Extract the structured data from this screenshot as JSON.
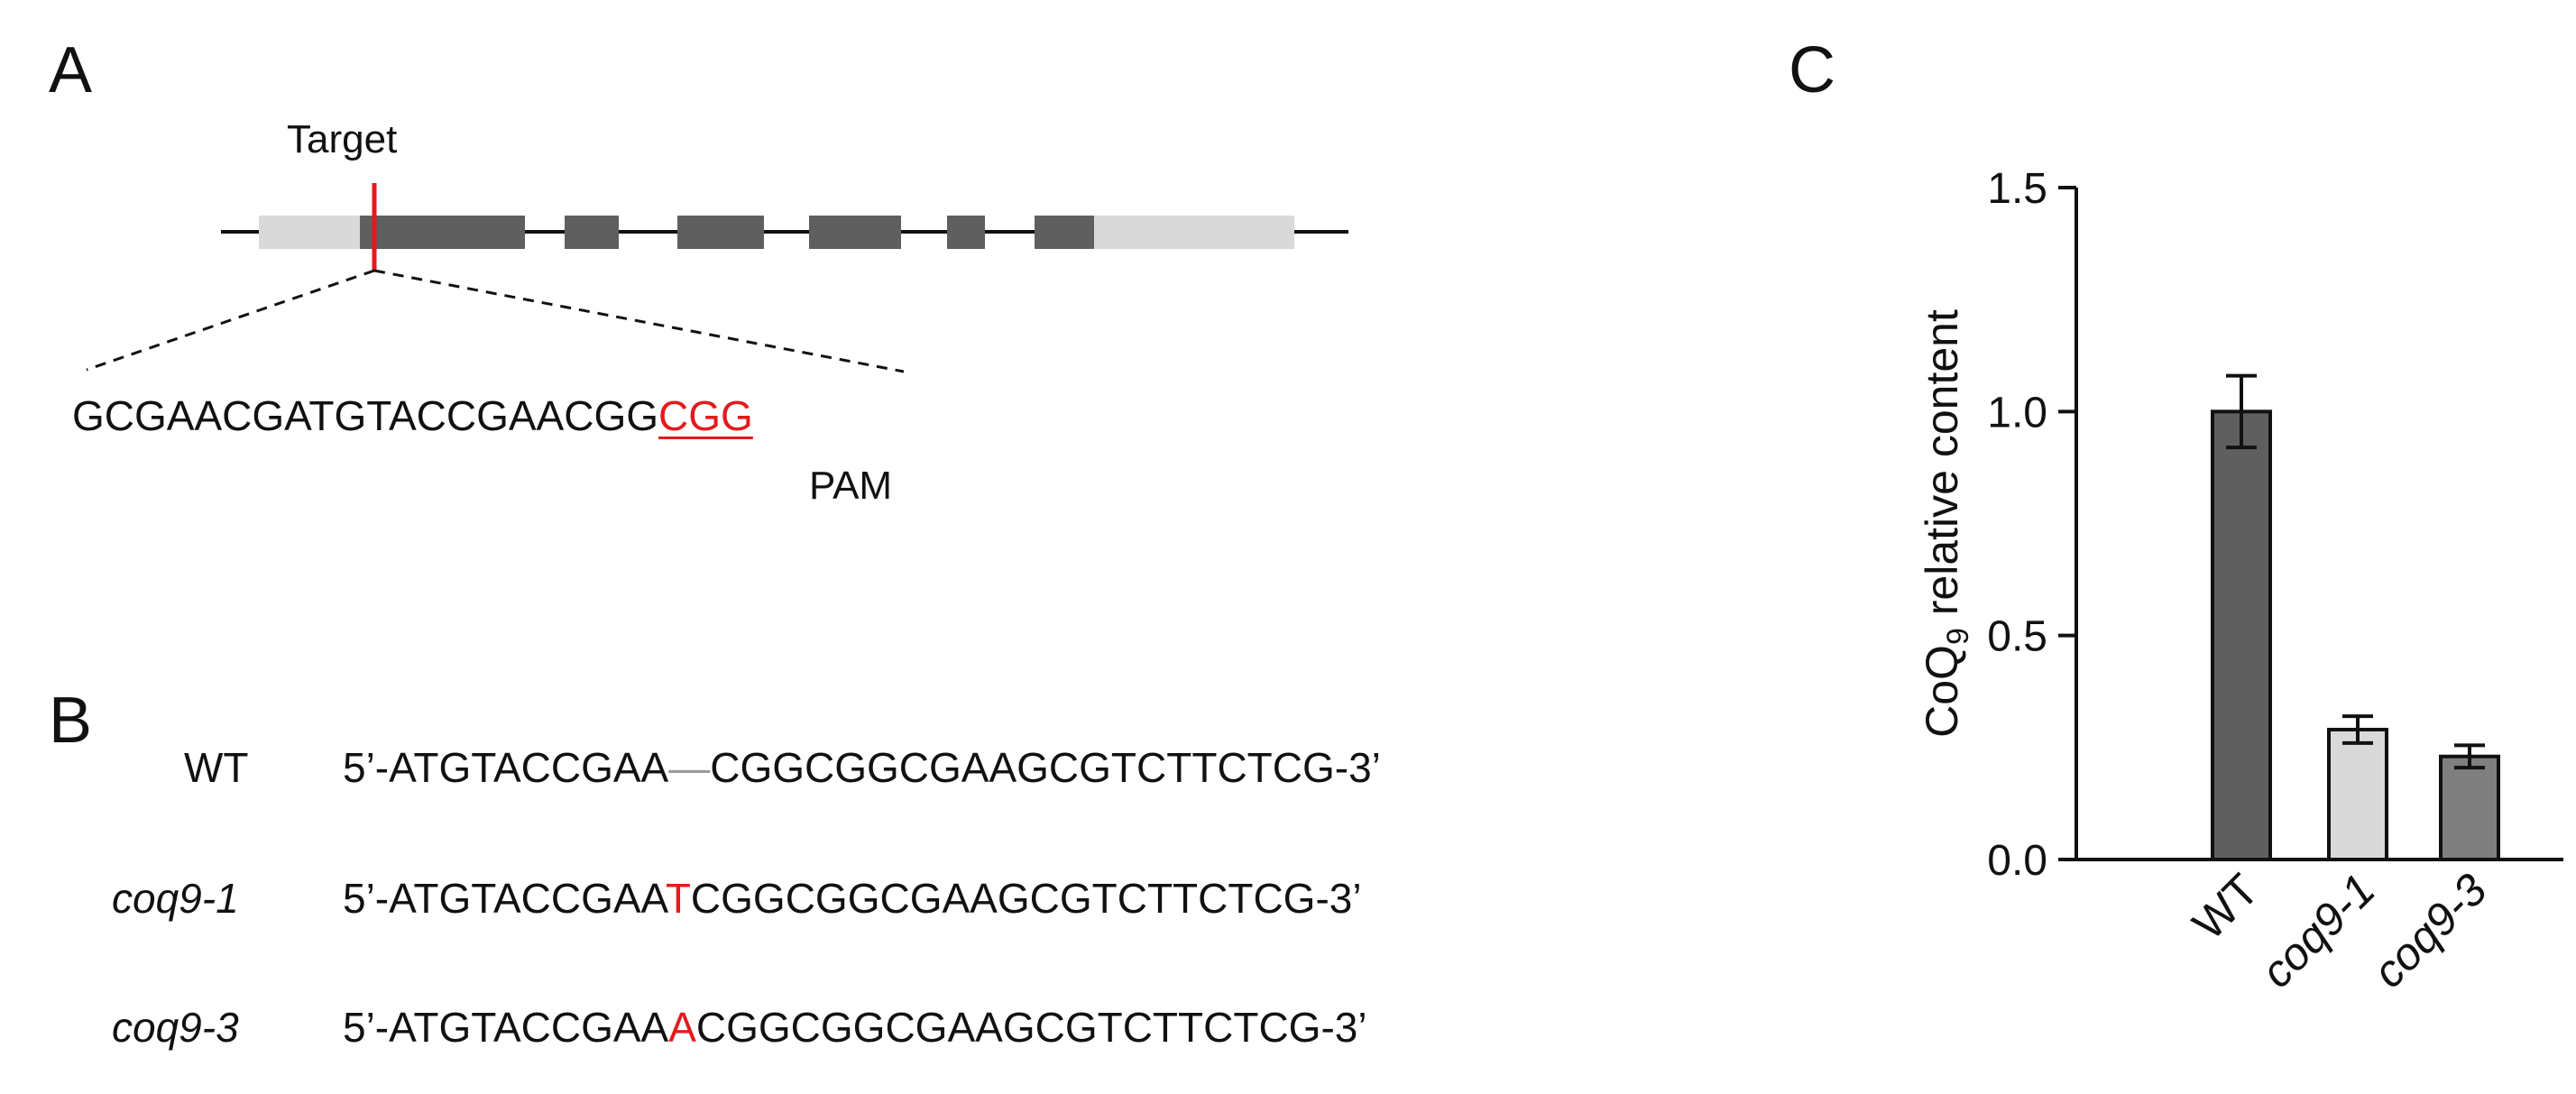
{
  "panels": {
    "a": "A",
    "b": "B",
    "c": "C"
  },
  "panel_a": {
    "target_label": "Target",
    "seq_main": "GCGAACGATGTACCGAACGG",
    "seq_pam": "CGG",
    "pam_label": "PAM",
    "colors": {
      "exon_coding": "#5f5f5f",
      "utr": "#d9d9d9",
      "target": "#e41a1c"
    }
  },
  "panel_b": {
    "rows": [
      {
        "name": "WT",
        "prefix": "5’-ATGTACCGAA",
        "mid": "—",
        "suffix": "CGGCGGCGAAGCGTCTTCTCG-3’",
        "name_italic": false,
        "mid_style": "gap"
      },
      {
        "name": "coq9-1",
        "prefix": "5’-ATGTACCGAA",
        "mid": "T",
        "suffix": "CGGCGGCGAAGCGTCTTCTCG-3’",
        "name_italic": true,
        "mid_style": "red"
      },
      {
        "name": "coq9-3",
        "prefix": "5’-ATGTACCGAA",
        "mid": "A",
        "suffix": "CGGCGGCGAAGCGTCTTCTCG-3’",
        "name_italic": true,
        "mid_style": "red"
      }
    ]
  },
  "chart_data": {
    "type": "bar",
    "categories": [
      "WT",
      "coq9-1",
      "coq9-3"
    ],
    "values": [
      1.0,
      0.29,
      0.23
    ],
    "errors": [
      0.08,
      0.03,
      0.025
    ],
    "colors": [
      "#5f5f5f",
      "#d9d9d9",
      "#7f7f7f"
    ],
    "italic_categories": [
      false,
      true,
      true
    ],
    "ylabel_main": "CoQ",
    "ylabel_sub": "9",
    "ylabel_rest": " relative content",
    "ylim": [
      0,
      1.5
    ],
    "yticks": [
      "0.0",
      "0.5",
      "1.0",
      "1.5"
    ],
    "grid": false
  }
}
